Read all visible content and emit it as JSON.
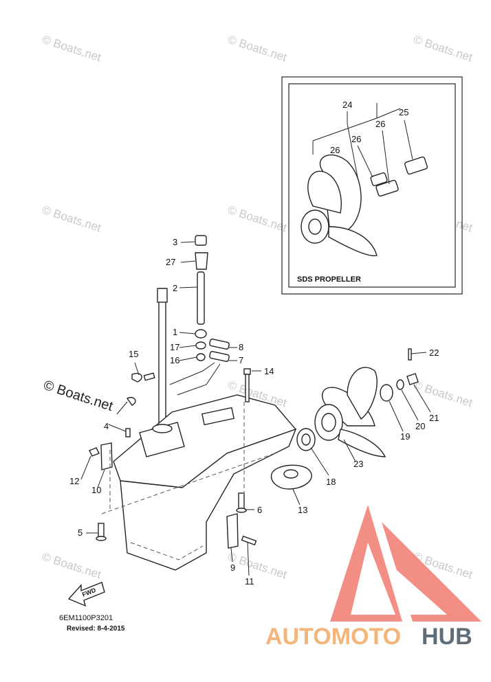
{
  "watermark": "© Boats.net",
  "inset": {
    "caption": "SDS PROPELLER"
  },
  "callouts": {
    "c1": "1",
    "c2": "2",
    "c3": "3",
    "c4": "4",
    "c5": "5",
    "c6": "6",
    "c7": "7",
    "c8": "8",
    "c9": "9",
    "c10": "10",
    "c11": "11",
    "c12": "12",
    "c13": "13",
    "c14": "14",
    "c15": "15",
    "c16": "16",
    "c17": "17",
    "c18": "18",
    "c19": "19",
    "c20": "20",
    "c21": "21",
    "c22": "22",
    "c23": "23",
    "c24": "24",
    "c25": "25",
    "c26a": "26",
    "c26b": "26",
    "c26c": "26",
    "c27": "27"
  },
  "fwd_label": "FWD",
  "footer": {
    "part_code": "6EM1100P3201",
    "revised": "Revised: 8-4-2015"
  },
  "brand": {
    "name_left": "AUTOMOTO",
    "name_right": "HUB",
    "colors": {
      "logo_red": "#f07a6e",
      "text_orange": "#f3b57a",
      "text_gray": "#5f6d79"
    }
  }
}
